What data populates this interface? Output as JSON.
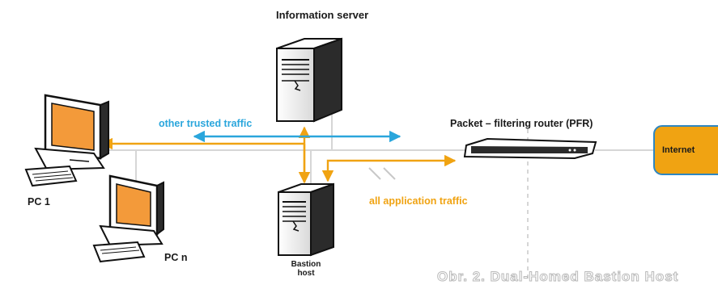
{
  "labels": {
    "information_server": "Information server",
    "trusted_traffic": "other trusted traffic",
    "pfr": "Packet – filtering router (PFR)",
    "internet": "Internet",
    "app_traffic": "all application traffic",
    "pc1": "PC 1",
    "pcn": "PC n",
    "bastion": "Bastion host",
    "caption": "Obr. 2. Dual-Homed Bastion Host"
  },
  "colors": {
    "network_line": "#d6d6d6",
    "trusted_traffic": "#2aa6dc",
    "application_traffic": "#f0a312",
    "internet_fill": "#f0a312",
    "internet_border": "#2e86c1"
  },
  "icons": [
    "computer-icon",
    "server-tower-icon",
    "router-icon"
  ]
}
